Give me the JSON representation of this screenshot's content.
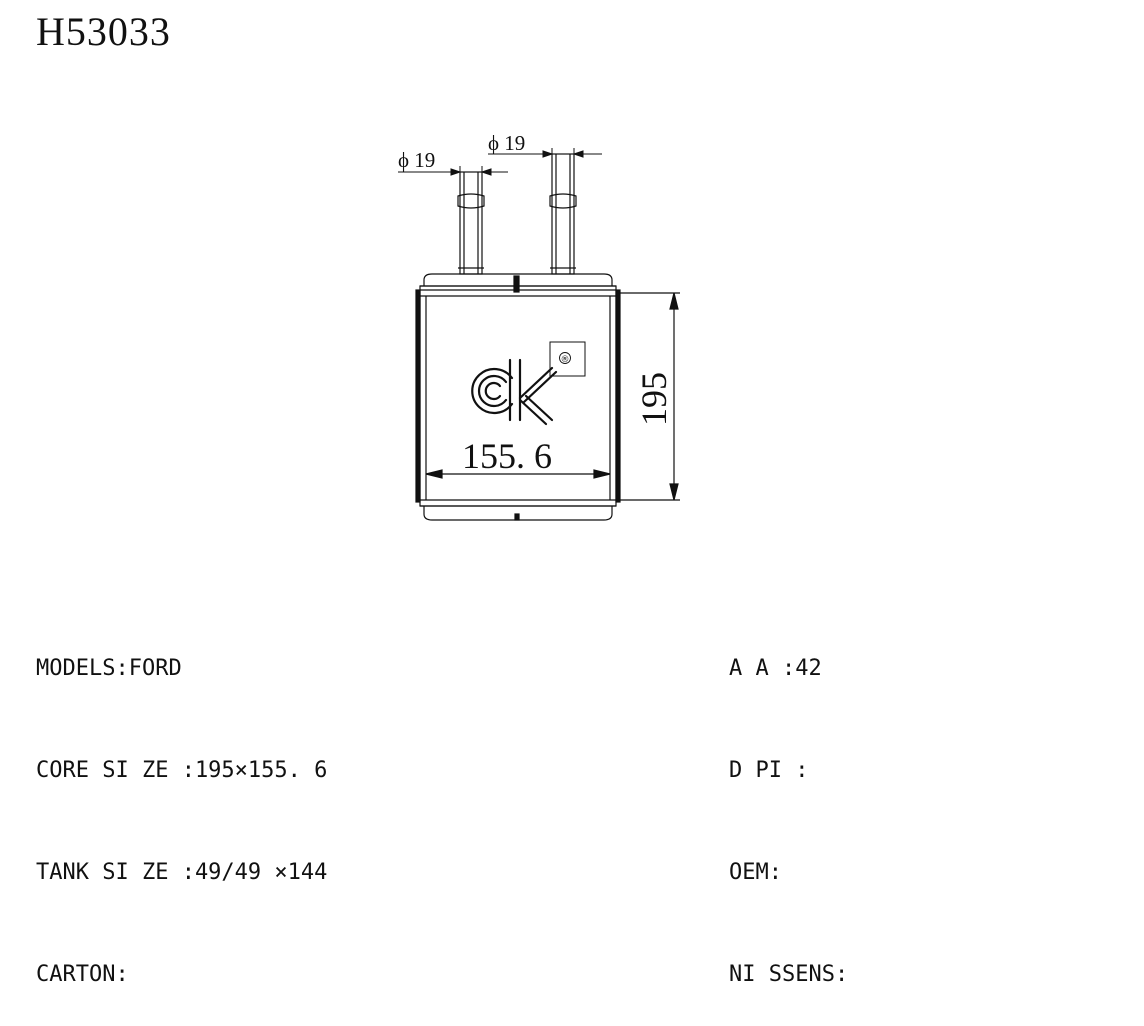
{
  "title": "H53033",
  "drawing": {
    "dim_inlet_left": "ϕ 19",
    "dim_inlet_right": "ϕ 19",
    "dim_width": "155. 6",
    "dim_height": "195",
    "logo": "ck",
    "registered_mark": "®"
  },
  "specs_left": [
    "MODELS:FORD",
    "CORE SI ZE :195×155. 6",
    "TANK SI ZE :49/49 ×144",
    "CARTON:"
  ],
  "specs_right": [
    "A A :42",
    "D PI :",
    "OEM:",
    "NI SSENS:"
  ]
}
